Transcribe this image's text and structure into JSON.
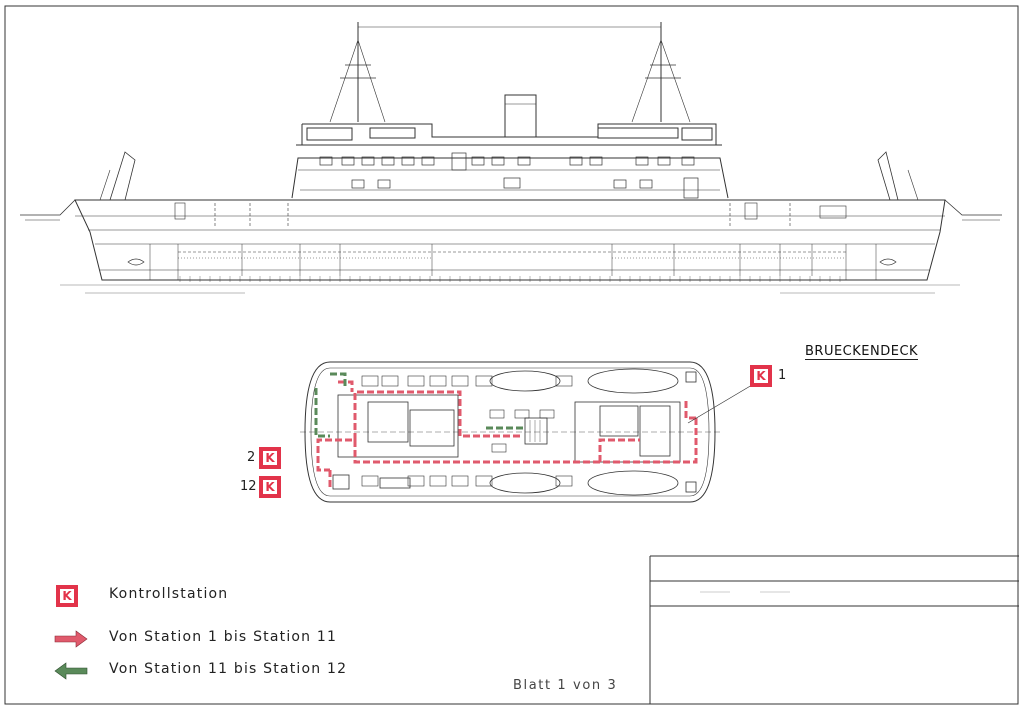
{
  "deck_title": "BRUECKENDECK",
  "stations": [
    {
      "number": "1",
      "marker": "K"
    },
    {
      "number": "2",
      "marker": "K"
    },
    {
      "number": "12",
      "marker": "K"
    }
  ],
  "legend": {
    "control_station": {
      "marker": "K",
      "label": "Kontrollstation"
    },
    "route_red": {
      "label": "Von Station 1 bis Station 11",
      "color": "#e05a6c"
    },
    "route_green": {
      "label": "Von Station 11 bis Station 12",
      "color": "#5a8a5a"
    }
  },
  "sheet": "Blatt 1 von 3",
  "colors": {
    "accent": "#e2334a",
    "line": "#333333"
  }
}
